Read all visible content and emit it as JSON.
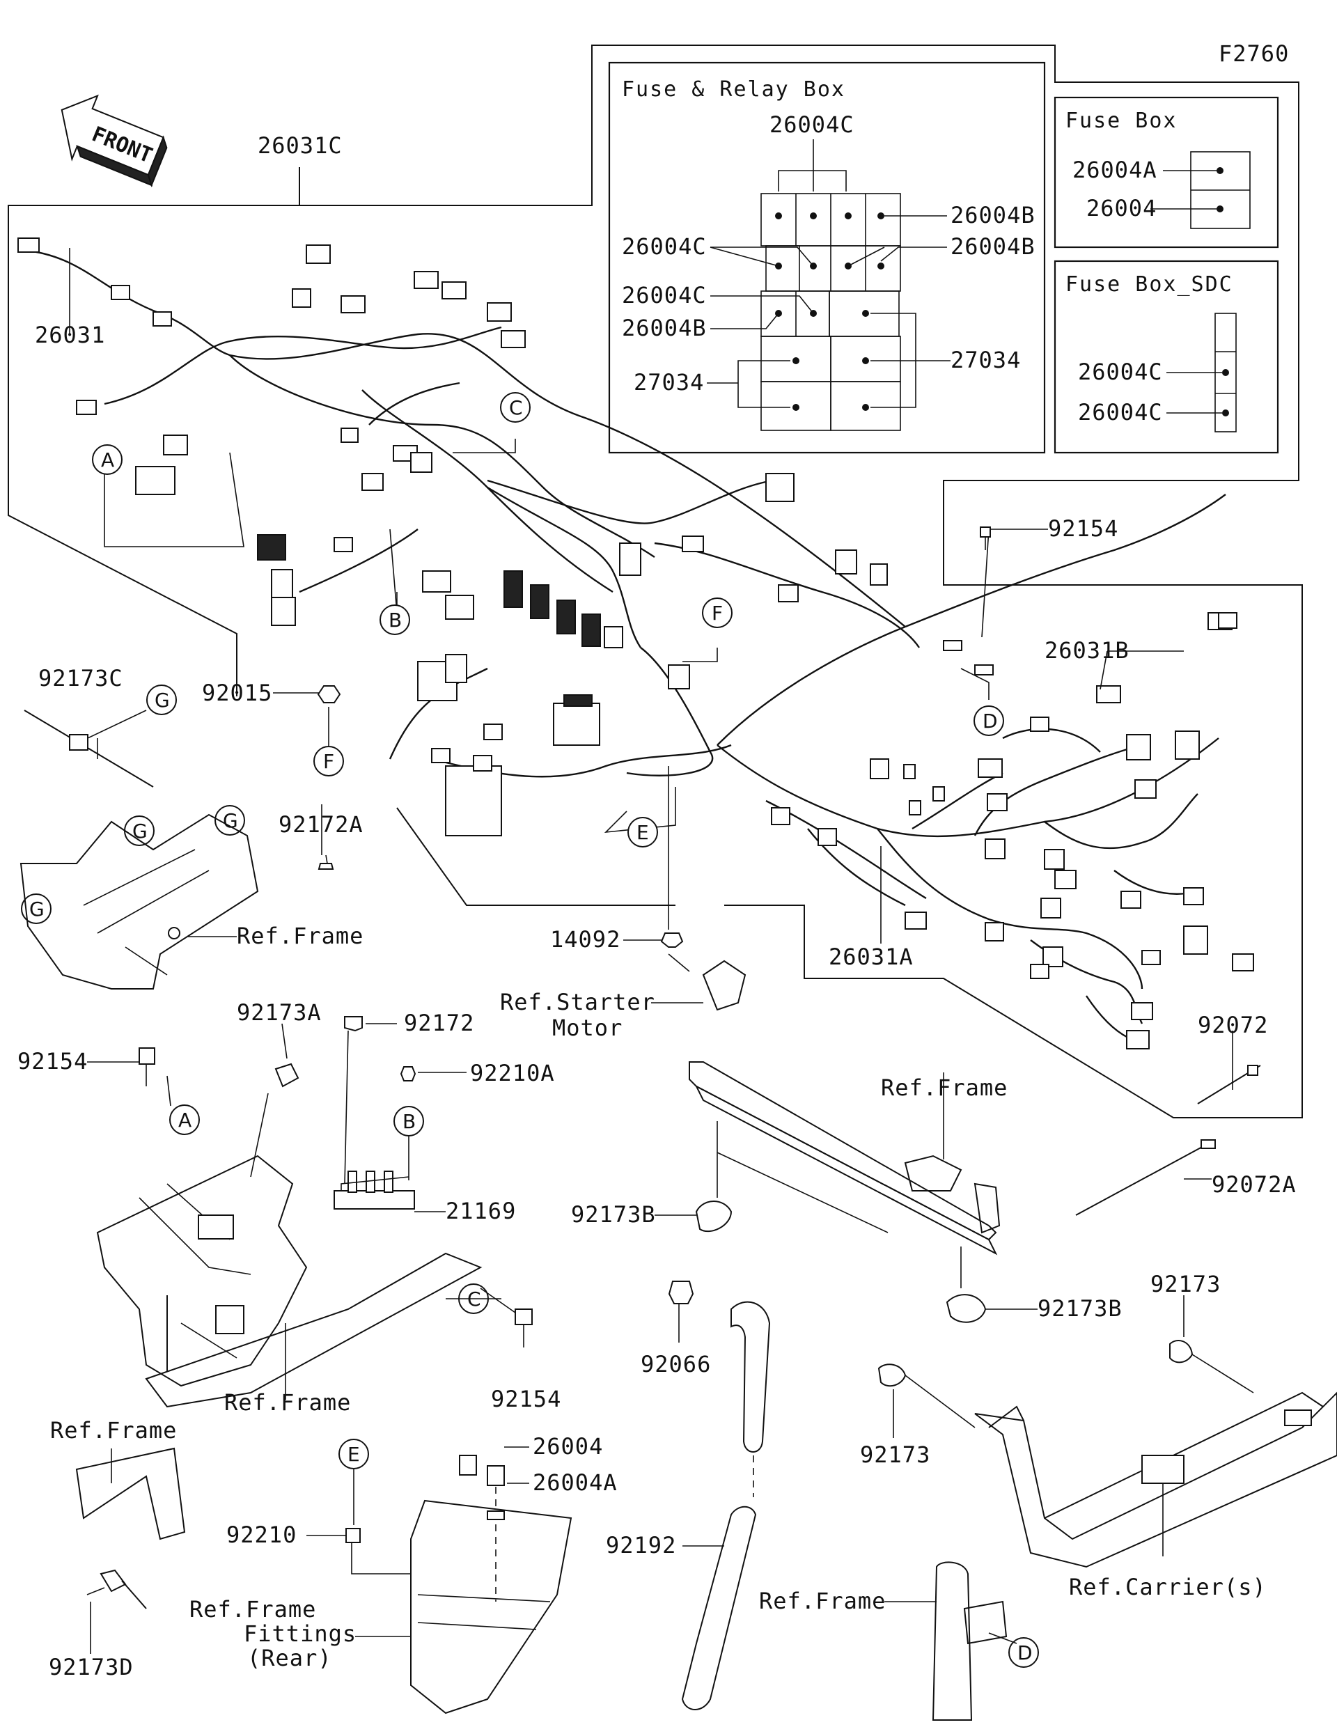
{
  "figure_code": "F2760",
  "front_marker": "FRONT",
  "insets": {
    "fuse_relay_box": {
      "title": "Fuse & Relay Box",
      "labels": [
        "26004C",
        "26004B",
        "26004C",
        "26004B",
        "26004C",
        "26004B",
        "27034",
        "27034"
      ]
    },
    "fuse_box": {
      "title": "Fuse Box",
      "labels": [
        "26004A",
        "26004"
      ]
    },
    "fuse_box_sdc": {
      "title": "Fuse Box_SDC",
      "labels": [
        "26004C",
        "26004C"
      ]
    }
  },
  "part_labels": {
    "p26031C": "26031C",
    "p26031": "26031",
    "p26031B": "26031B",
    "p26031A": "26031A",
    "p92154_top": "92154",
    "p92173C": "92173C",
    "p92015": "92015",
    "p92172A": "92172A",
    "p14092": "14092",
    "p92072": "92072",
    "p92072A": "92072A",
    "p92173A": "92173A",
    "p92172": "92172",
    "p92210A": "92210A",
    "p92154_left": "92154",
    "p21169": "21169",
    "p92154_bottom": "92154",
    "p92173B_left": "92173B",
    "p92173B_right": "92173B",
    "p92066": "92066",
    "p92173_right": "92173",
    "p92173_mid": "92173",
    "p26004": "26004",
    "p26004A": "26004A",
    "p92210": "92210",
    "p92192": "92192",
    "p92173D": "92173D"
  },
  "ref_labels": {
    "frame_1": "Ref.Frame",
    "starter_1": "Ref.Starter",
    "starter_2": "Motor",
    "frame_2": "Ref.Frame",
    "frame_3": "Ref.Frame",
    "frame_4": "Ref.Frame",
    "frame_fittings_1": "Ref.Frame",
    "frame_fittings_2": "Fittings",
    "frame_fittings_3": "(Rear)",
    "frame_5": "Ref.Frame",
    "carrier": "Ref.Carrier(s)"
  },
  "callouts": [
    "A",
    "B",
    "C",
    "D",
    "E",
    "F",
    "G"
  ]
}
